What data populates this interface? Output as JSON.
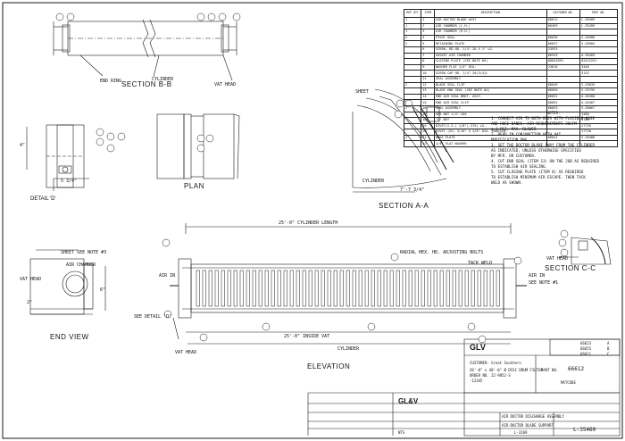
{
  "bom": {
    "header": [
      "REF QTY",
      "ITEM",
      "DESCRIPTION",
      "CUSTOMER NO.",
      "PART NO."
    ],
    "rows": [
      {
        "qty": "1",
        "item": "1",
        "desc": "AIR DOCTOR BLADE ASSY",
        "cust": "66612",
        "part": "L-36509"
      },
      {
        "qty": "1",
        "item": "2",
        "desc": "AIR CHAMBER (L.H.)",
        "cust": "66499",
        "part": "L-35499"
      },
      {
        "qty": "1",
        "item": "3",
        "desc": "AIR CHAMBER (R.H.)",
        "cust": "",
        "part": ""
      },
      {
        "qty": "2",
        "item": "4",
        "desc": "PIVOT SEAL",
        "cust": "66636",
        "part": "S-26906"
      },
      {
        "qty": "2",
        "item": "5",
        "desc": "RETAINING PLATE",
        "cust": "66637",
        "part": "S-26904"
      },
      {
        "qty": "",
        "item": "6",
        "desc": "SCREW, RD.HD. 1/4\"-20 X 1\" LG.",
        "cust": "23933",
        "part": ""
      },
      {
        "qty": "",
        "item": "7",
        "desc": "GASKET-AIR CHAMBER",
        "cust": "66543",
        "part": "A-30269"
      },
      {
        "qty": "",
        "item": "8",
        "desc": "CLOSING PLATE (SEE NOTE #5)",
        "cust": "00042691",
        "part": "02412251"
      },
      {
        "qty": "",
        "item": "9",
        "desc": "WASHER FLAT 1/4\" DIA.",
        "cust": "23616",
        "part": "3448"
      },
      {
        "qty": "",
        "item": "10",
        "desc": "SCREW CAP HD. 1/4\"-20(3/4)L",
        "cust": "",
        "part": "5132"
      },
      {
        "qty": "",
        "item": "11",
        "desc": "SEAL ASSEMBLY",
        "cust": "",
        "part": ""
      },
      {
        "qty": "2",
        "item": "12",
        "desc": "BLADE SEAL CLIP",
        "cust": "66649",
        "part": "S-29033"
      },
      {
        "qty": "",
        "item": "13",
        "desc": "BLADE END SEAL (SEE NOTE #4)",
        "cust": "66650",
        "part": "S-29795"
      },
      {
        "qty": "",
        "item": "14",
        "desc": "END AIR SEAL BRKT. ASSY.",
        "cust": "66651",
        "part": "A-30380"
      },
      {
        "qty": "",
        "item": "15",
        "desc": "END AIR SEAL CLIP",
        "cust": "66652",
        "part": "A-26407"
      },
      {
        "qty": "2",
        "item": "16",
        "desc": "SEAL ASSEMBLY",
        "cust": "66653",
        "part": "S-30067"
      },
      {
        "qty": "",
        "item": "17",
        "desc": "HEX NUT 1/4\"-20X",
        "cust": "",
        "part": "3480"
      },
      {
        "qty": "",
        "item": "18",
        "desc": "\"U\" NUT",
        "cust": "",
        "part": "3788"
      },
      {
        "qty": "",
        "item": "19",
        "desc": "RIVET(S.S.) 1/8\"(.375) LG.",
        "cust": "",
        "part": "27739"
      },
      {
        "qty": "",
        "item": "20",
        "desc": "RIVET (SS) 3/16\" X 3/8\" DIA. SHORTEN",
        "cust": "",
        "part": "27730"
      },
      {
        "qty": "1",
        "item": "21",
        "desc": "BASE PLATE",
        "cust": "66841",
        "part": "S-28488"
      },
      {
        "qty": "",
        "item": "22",
        "desc": "1/4\" FLAT WASHER",
        "cust": "",
        "part": ""
      }
    ]
  },
  "notes": {
    "title": "NOTES:",
    "lines": [
      "1. CONNECT AIR TO BOTH ENDS WITH FLEXIBLE HOSE",
      "   AND HOSE BANDS. AIR REQUIREMENTS 20CFM",
      "   @ 3 PSI, MAX. BLOWER",
      "2. READ IN CONJUNCTION WITH VAT",
      "   MODIFICATION DWG.",
      "3. SET THE DOCTOR BLADE AWAY FROM THE CYLINDER",
      "   AS INDICATED, UNLESS OTHERWISE SPECIFIED",
      "   BY MFR. OR CUSTOMER.",
      "4. CUT END SEAL (ITEM 13) ON THE JOB AS REQUIRED",
      "   TO ESTABLISH AIR SEALING.",
      "5. CUT CLOSING PLATE (ITEM 8) AS REQUIRED",
      "   TO ESTABLISH MINIMUM AIR ESCAPE. THEN TACK",
      "   WELD AS SHOWN."
    ]
  },
  "views": {
    "section_bb": "SECTION B-B",
    "end_ring": "END RING",
    "cylinder": "CYLINDER",
    "vat_head": "VAT HEAD",
    "detail_d": "DETAIL 'D'",
    "plan": "PLAN",
    "section_aa": "SECTION A-A",
    "sheet": "SHEET",
    "cylinder_v": "CYLINDER",
    "section_cc": "SECTION C-C",
    "end_view": "END VIEW",
    "elevation": "ELEVATION",
    "cyl_length": "25'-0\" CYLINDER LENGTH",
    "inside_vat": "25'-0\" INSIDE VAT",
    "cylinder_dim": "CYLINDER",
    "air_in_left": "AIR IN",
    "air_in_right": "AIR IN",
    "radial_bolts": "RADIAL HEX. HD. ADJUSTING BOLTS",
    "tack_weld": "TACK WELD",
    "see_detail_d": "SEE DETAIL 'D'",
    "vat_head_bottom": "VAT HEAD",
    "air_chamber": "AIR CHAMBER",
    "sheet_note": "SHEET SEE NOTE #3",
    "see_note": "SEE NOTE #1",
    "dim_7_7": "7'-7 3/4\"",
    "dim_5_3": "5 3/4\"",
    "dim_4": "4\"",
    "dim_6": "6\"",
    "dim_2": "2\""
  },
  "title_block": {
    "company": "GLV",
    "company_sub": "GL&V",
    "customer": "CUSTOMER: Great Southern",
    "description_lines": [
      "20'-0\" x 40'-0\" Ø DISC DRUM FILTER",
      "ORDER NO. 22-9852-S",
      "-12345"
    ],
    "part_no_label": "PART NO.",
    "part_no": "66612",
    "matcode_label": "MATCODE",
    "rev_list": [
      "66623",
      "66655",
      "66611"
    ],
    "rev_letters": [
      "A",
      "B",
      "C"
    ],
    "drawing_title": "AIR DOCTOR DISCHARGE ASSEMBLY",
    "drawing_sub": "AIR-DOCTOR BLADE SUPPORT",
    "scale": "NTS",
    "drawing_no": "L-35460",
    "sheet_no": "L-3169"
  }
}
